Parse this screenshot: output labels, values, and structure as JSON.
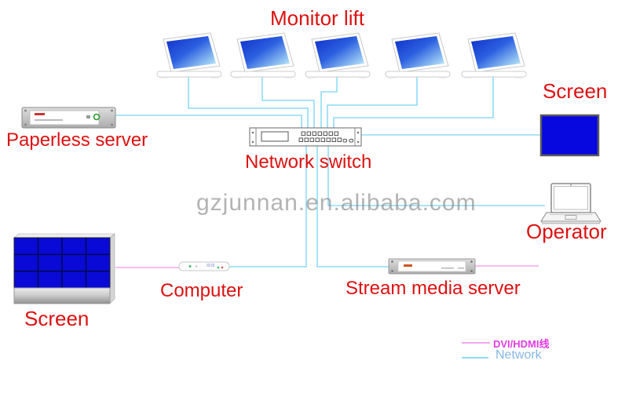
{
  "title": "Monitor lift",
  "watermark": "gzjunnan.en.alibaba.com",
  "devices": {
    "paperless_server": {
      "label": "Paperless server"
    },
    "monitor_lift": {
      "label": "Monitor lift",
      "count": 5
    },
    "network_switch": {
      "label": "Network switch"
    },
    "screen_right": {
      "label": "Screen"
    },
    "operator": {
      "label": "Operator"
    },
    "video_wall": {
      "label": "Screen",
      "grid": "4x3"
    },
    "computer": {
      "label": "Computer"
    },
    "stream_media_server": {
      "label": "Stream media server"
    }
  },
  "legend": {
    "items": [
      {
        "label": "DVI/HDMI线",
        "line_color": "#f2a6ee",
        "text_color": "#e23ce2"
      },
      {
        "label": "Network",
        "line_color": "#8ddcf5",
        "text_color": "#86b7e3"
      }
    ]
  },
  "colors": {
    "label_red": "#dd1111",
    "network_line": "#8ddcf5",
    "dvi_line": "#f2a6ee",
    "screen_blue": "#0707e0",
    "watermark_gray": "#808080"
  }
}
